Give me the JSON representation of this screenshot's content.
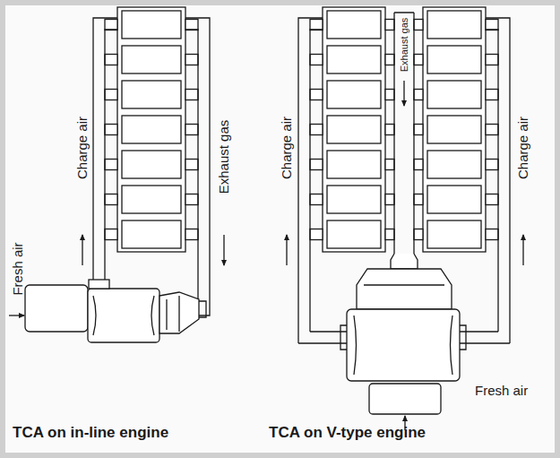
{
  "diagram": {
    "labels": [
      "Fresh air",
      "Charge air",
      "Exhaust gas",
      "TCA on in-line engine",
      "Charge air",
      "Exhaust gas",
      "Charge air",
      "Fresh air",
      "TCA on V-type engine"
    ]
  }
}
